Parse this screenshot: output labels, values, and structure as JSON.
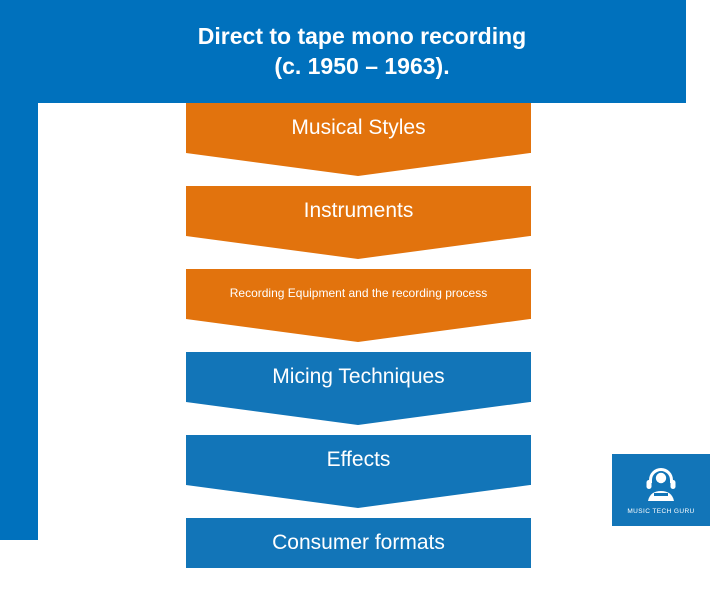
{
  "slide": {
    "title_lines": [
      "Direct to tape mono recording",
      "(c. 1950 – 1963)."
    ],
    "accent_blue": "#0071bd",
    "accent_orange": "#e2730d",
    "chevron_blue": "#1275b8"
  },
  "chevrons": [
    {
      "label": "Musical Styles",
      "color": "orange",
      "size": "lg"
    },
    {
      "label": "Instruments",
      "color": "orange",
      "size": "lg"
    },
    {
      "label": "Recording Equipment and the recording process",
      "color": "orange",
      "size": "sm"
    },
    {
      "label": "Micing Techniques",
      "color": "blue",
      "size": "lg"
    },
    {
      "label": "Effects",
      "color": "blue",
      "size": "lg"
    },
    {
      "label": "Consumer formats",
      "color": "blue",
      "size": "lg"
    }
  ],
  "logo": {
    "text": "MUSIC TECH GURU",
    "mark": "dj-headphones-icon"
  }
}
